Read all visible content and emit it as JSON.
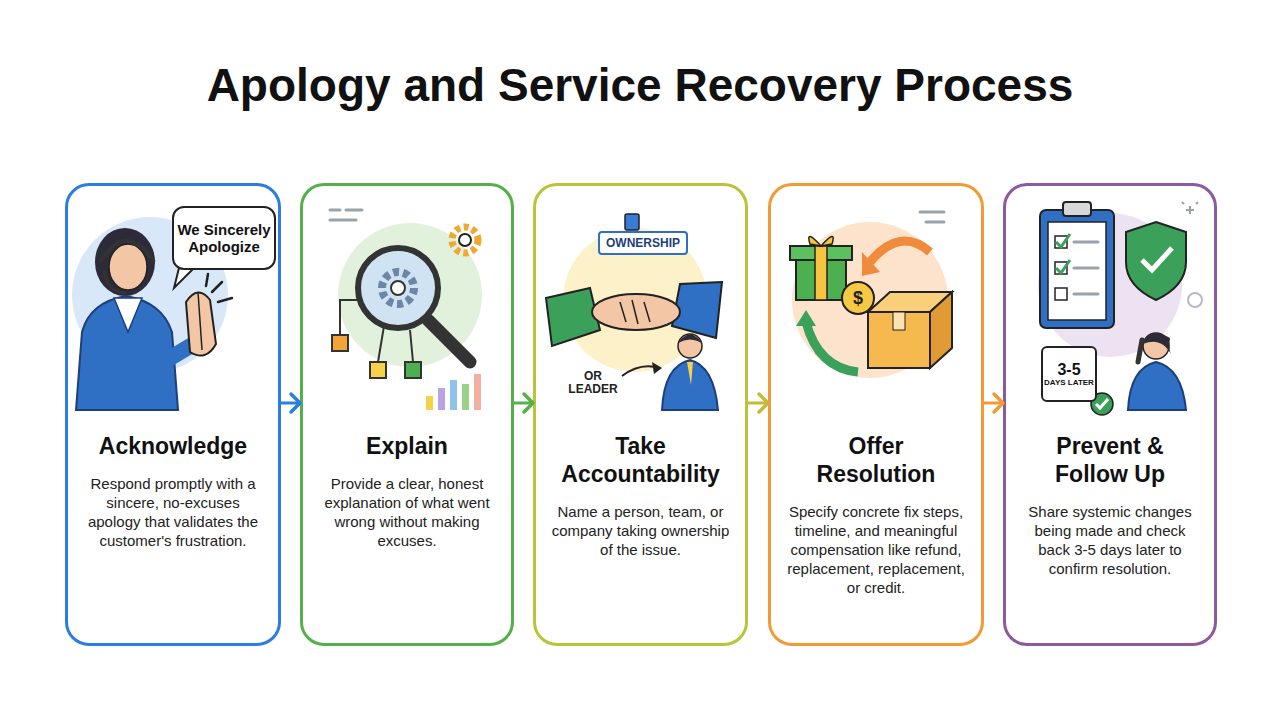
{
  "diagram": {
    "title": "Apology and Service Recovery Process",
    "nodes": [
      {
        "text": [
          "Acknowledge",
          "Respond promptly with a sincere, no-excuses apology that validates the customer's frustration."
        ]
      },
      {
        "text": [
          "We Sincerely Apologize"
        ],
        "in": 0
      },
      {
        "text": [
          "Explain",
          "Provide a clear, honest explanation of what went wrong without making excuses."
        ]
      },
      {
        "text": [
          "Take Accountability",
          "Name a person, team, or company taking ownership of the issue."
        ]
      },
      {
        "text": [
          "OWNERSHIP"
        ],
        "in": 3
      },
      {
        "text": [
          "Offer Resolution",
          "Specify concrete fix steps, timeline, and meaningful compensation like refund, replacement, replacement, or credit."
        ]
      },
      {
        "text": [
          "Prevent & Follow Up",
          "Share systemic changes being made and check back 3-5 days later to confirm resolution."
        ]
      },
      {
        "text": [
          "3-5",
          "DAYS LATER"
        ],
        "in": 6
      }
    ],
    "edges": [
      {
        "from": 0,
        "to": 2,
        "arrow": "to"
      },
      {
        "from": 2,
        "to": 3,
        "arrow": "to"
      },
      {
        "from": 3,
        "to": 5,
        "arrow": "to"
      },
      {
        "from": 5,
        "to": 6,
        "arrow": "to"
      }
    ],
    "labels": [
      "OR LEADER",
      "$"
    ]
  }
}
